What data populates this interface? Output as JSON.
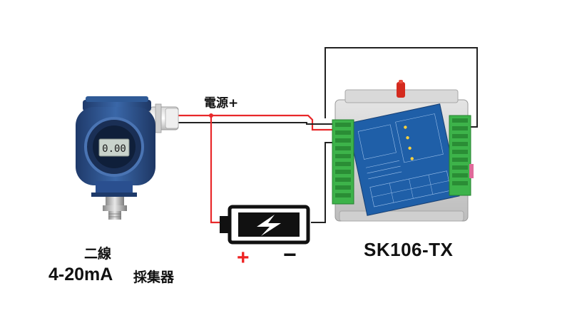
{
  "labels": {
    "power_plus": "電源+",
    "two_wire": "二線",
    "current_range": "4-20mA",
    "collector": "採集器",
    "model": "SK106-TX",
    "battery_plus": "+",
    "battery_minus": "−"
  },
  "transmitter": {
    "display_reading": "0.00"
  },
  "colors": {
    "red_wire": "#e8282a",
    "black_wire": "#222222",
    "module_blue": "#1f5fa8",
    "terminal_green": "#3db34a",
    "transmitter_blue": "#2a4f8f"
  }
}
